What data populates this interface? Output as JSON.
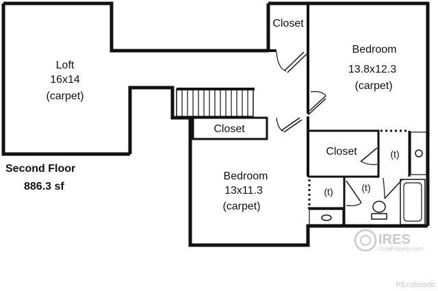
{
  "summary": {
    "floor": "Second Floor",
    "area": "886.3 sf"
  },
  "rooms": {
    "loft": {
      "name": "Loft",
      "dims": "16x14",
      "finish": "(carpet)"
    },
    "bedroom_1": {
      "name": "Bedroom",
      "dims": "13.8x12.3",
      "finish": "(carpet)"
    },
    "bedroom_2": {
      "name": "Bedroom",
      "dims": "13x11.3",
      "finish": "(carpet)"
    },
    "closet_top": {
      "name": "Closet"
    },
    "closet_middle": {
      "name": "Closet"
    },
    "closet_right": {
      "name": "Closet"
    },
    "bath_tile_1": {
      "label": "(t)"
    },
    "bath_tile_2": {
      "label": "(t)"
    },
    "bath_tile_3": {
      "label": "(t)"
    }
  },
  "watermark": {
    "logo_text": "IRES",
    "logo_sub": "ColoProperty.com",
    "credit": "REcolorado"
  }
}
